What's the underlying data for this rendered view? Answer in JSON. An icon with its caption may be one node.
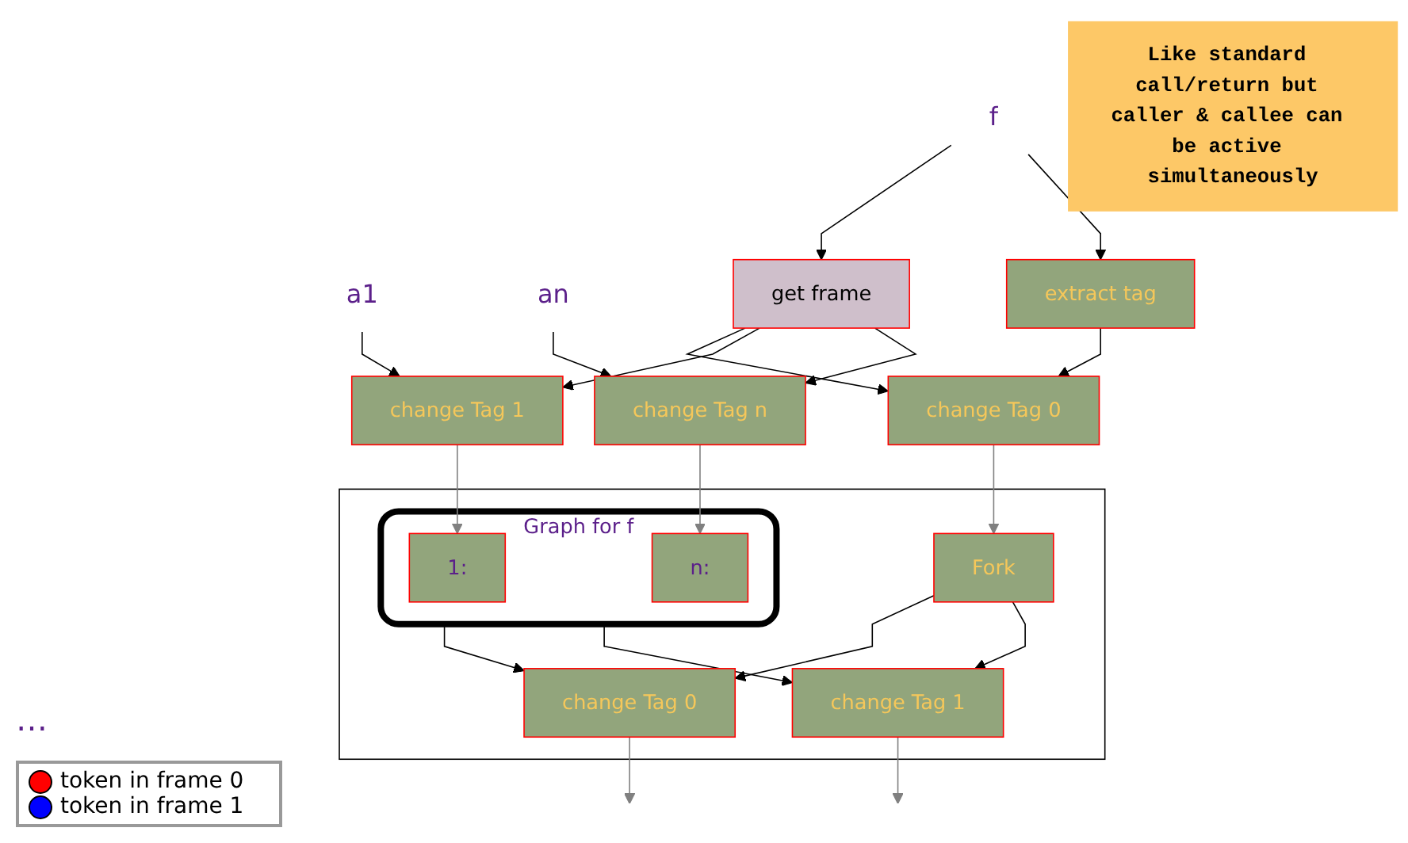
{
  "diagram": {
    "nodes": [
      {
        "text": [
          "f"
        ]
      },
      {
        "text": [
          "a1"
        ]
      },
      {
        "text": [
          "an"
        ]
      },
      {
        "text": [
          "get frame"
        ]
      },
      {
        "text": [
          "extract tag"
        ]
      },
      {
        "text": [
          "change Tag 0"
        ]
      },
      {
        "text": [
          "change Tag 1"
        ]
      },
      {
        "text": [
          "change Tag n"
        ]
      },
      {
        "text": [
          "Like standard call/return but caller & callee can be active simultaneously"
        ]
      },
      {
        "text": [],
        "shape": "box"
      },
      {
        "text": [
          "Fork"
        ],
        "in": 9
      },
      {
        "text": [
          "Graph for f"
        ],
        "in": 9
      },
      {
        "text": [
          "1:"
        ],
        "in": 11
      },
      {
        "text": [
          "n:"
        ],
        "in": 11
      },
      {
        "text": [
          "change Tag 0"
        ],
        "in": 9
      },
      {
        "text": [
          "change Tag 1"
        ],
        "in": 9
      }
    ],
    "edges": [
      {
        "from": 0,
        "to": 3,
        "arrow": "to"
      },
      {
        "from": 0,
        "to": 4,
        "arrow": "to"
      },
      {
        "from": 3,
        "to": 5,
        "arrow": "to"
      },
      {
        "from": 4,
        "to": 5,
        "arrow": "to"
      },
      {
        "from": 3,
        "to": 6,
        "arrow": "to"
      },
      {
        "from": 1,
        "to": 6,
        "arrow": "to"
      },
      {
        "from": 3,
        "to": 7,
        "arrow": "to"
      },
      {
        "from": 2,
        "to": 7,
        "arrow": "to"
      },
      {
        "from": 5,
        "to": 10,
        "arrow": "to",
        "color": "#808080"
      },
      {
        "from": 6,
        "to": 12,
        "arrow": "to",
        "color": "#808080"
      },
      {
        "from": 7,
        "to": 13,
        "arrow": "to",
        "color": "#808080"
      },
      {
        "from": 10,
        "to": 14,
        "arrow": "to"
      },
      {
        "from": 11,
        "to": 14,
        "arrow": "to"
      },
      {
        "from": 10,
        "to": 15,
        "arrow": "to"
      },
      {
        "from": 11,
        "to": 15,
        "arrow": "to"
      },
      {
        "from": 14,
        "to": null,
        "arrow": "to",
        "color": "#808080"
      },
      {
        "from": 15,
        "to": null,
        "arrow": "to",
        "color": "#808080"
      }
    ],
    "labels": [
      "…"
    ],
    "legend": [
      {
        "text": "token in frame 0",
        "color": "#ff0000"
      },
      {
        "text": "token in frame 1",
        "color": "#0000ff"
      }
    ]
  }
}
